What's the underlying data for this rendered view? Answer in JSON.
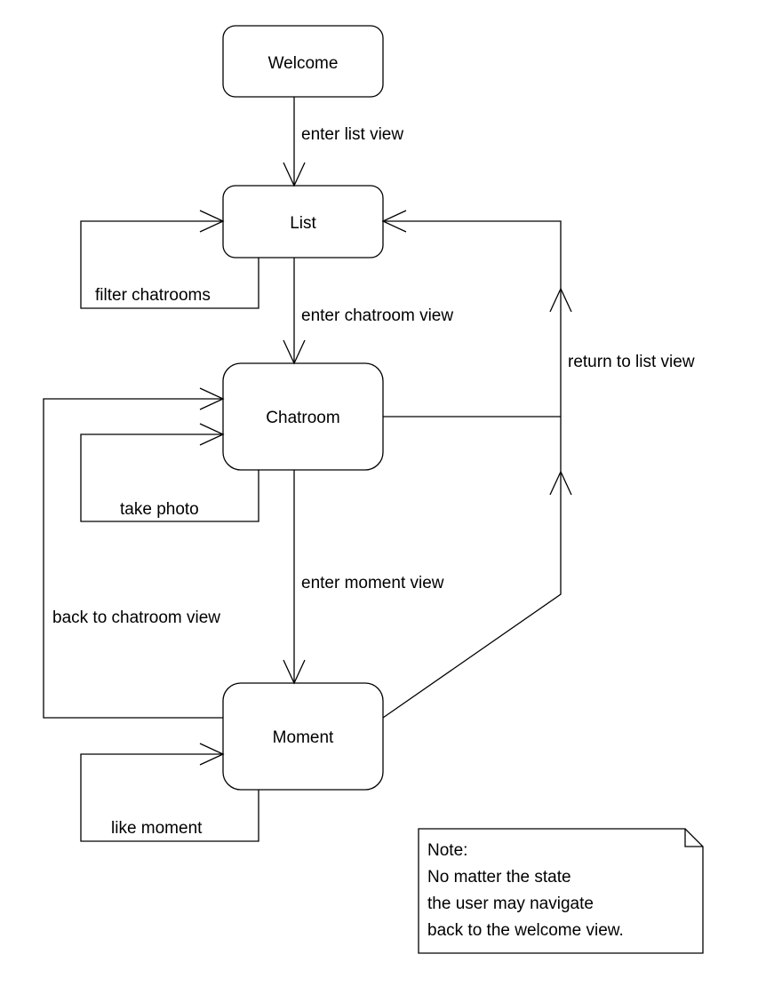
{
  "states": {
    "welcome": "Welcome",
    "list": "List",
    "chatroom": "Chatroom",
    "moment": "Moment"
  },
  "transitions": {
    "enter_list_view": "enter list view",
    "filter_chatrooms": "filter chatrooms",
    "enter_chatroom_view": "enter chatroom view",
    "return_to_list_view": "return to list view",
    "take_photo": "take photo",
    "enter_moment_view": "enter moment view",
    "back_to_chatroom_view": "back to chatroom view",
    "like_moment": "like moment"
  },
  "note": {
    "lines": [
      "Note:",
      "No matter the state",
      "the user may navigate",
      "back to the welcome view."
    ]
  }
}
